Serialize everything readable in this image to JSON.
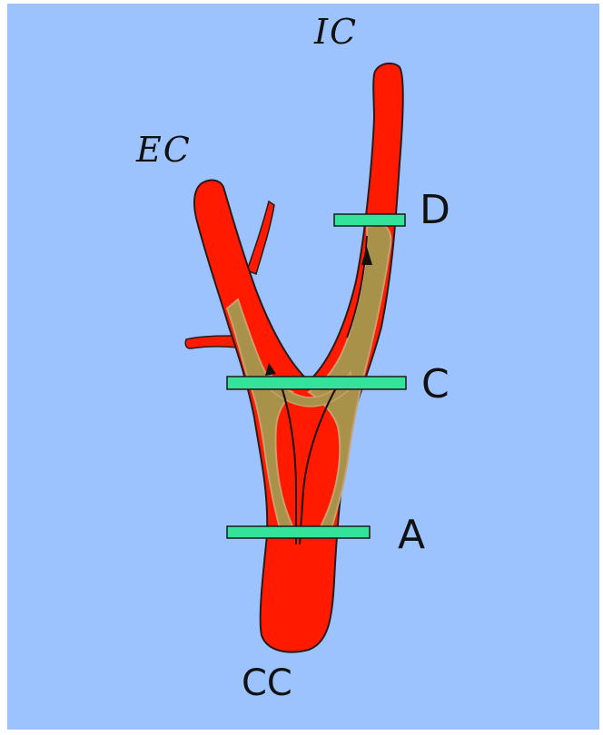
{
  "labels": {
    "internal_carotid": "IC",
    "external_carotid": "EC",
    "common_carotid": "CC",
    "level_a": "A",
    "level_c": "C",
    "level_d": "D"
  },
  "colors": {
    "background": "#9dc3ff",
    "frame": "#ffffff",
    "artery": "#ff1a00",
    "plaque": "#a8924a",
    "plaque_edge": "#c9a070",
    "outline": "#2a1a1a",
    "marker": "#33e39a"
  }
}
